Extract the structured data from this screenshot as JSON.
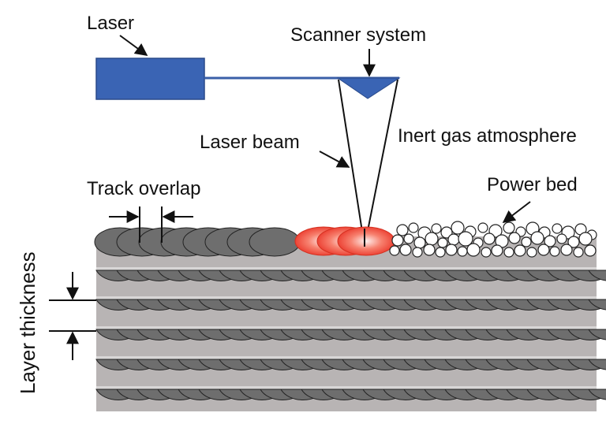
{
  "labels": {
    "laser": "Laser",
    "scanner_system": "Scanner system",
    "laser_beam": "Laser beam",
    "inert_gas": "Inert gas atmosphere",
    "track_overlap": "Track overlap",
    "power_bed": "Power bed",
    "layer_thickness": "Layer thickness"
  },
  "colors": {
    "laser_body": "#3a64b4",
    "scanner": "#3a64b4",
    "block_fill": "#b8b4b4",
    "track_fill": "#6e6e6e",
    "melt_pool": "#f04a3a",
    "powder": "#ffffff"
  }
}
